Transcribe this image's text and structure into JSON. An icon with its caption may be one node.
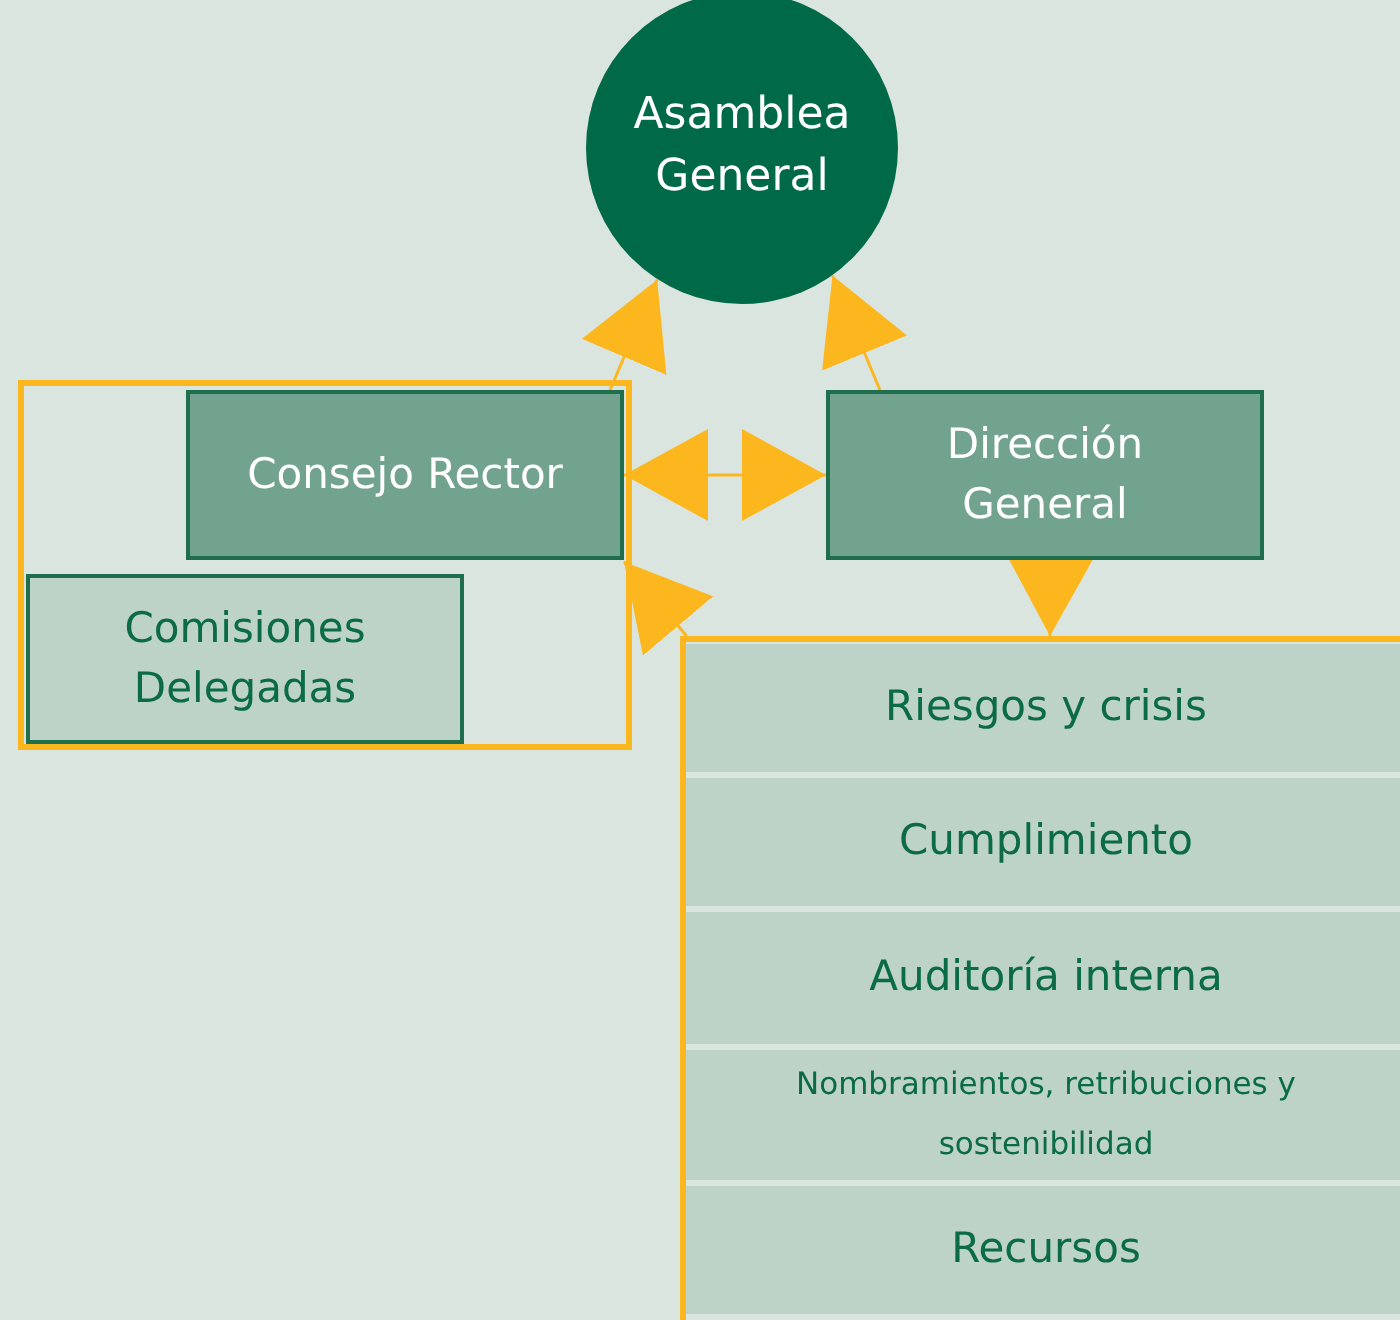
{
  "diagram": {
    "nodes": [
      {
        "text": [
          "Asamblea General"
        ]
      },
      {
        "text": [],
        "shape": "box"
      },
      {
        "text": [
          "Consejo Rector"
        ],
        "in": 1
      },
      {
        "text": [
          "Comisiones Delegadas"
        ],
        "in": 1
      },
      {
        "text": [
          "Dirección General"
        ]
      },
      {
        "text": [],
        "shape": "box"
      },
      {
        "text": [
          "Riesgos y crisis"
        ],
        "in": 5
      },
      {
        "text": [
          "Cumplimiento"
        ],
        "in": 5
      },
      {
        "text": [
          "Auditoría interna"
        ],
        "in": 5
      },
      {
        "text": [
          "Nombramientos, retribuciones y sostenibilidad"
        ],
        "in": 5
      },
      {
        "text": [
          "Recursos"
        ],
        "in": 5
      }
    ],
    "edges": [
      {
        "from": 2,
        "to": 0,
        "arrow": "to"
      },
      {
        "from": 4,
        "to": 0,
        "arrow": "to"
      },
      {
        "from": 2,
        "to": 4,
        "arrow": "both"
      },
      {
        "from": 4,
        "to": 5,
        "arrow": "to"
      },
      {
        "from": 5,
        "to": 2,
        "arrow": "to"
      }
    ]
  }
}
